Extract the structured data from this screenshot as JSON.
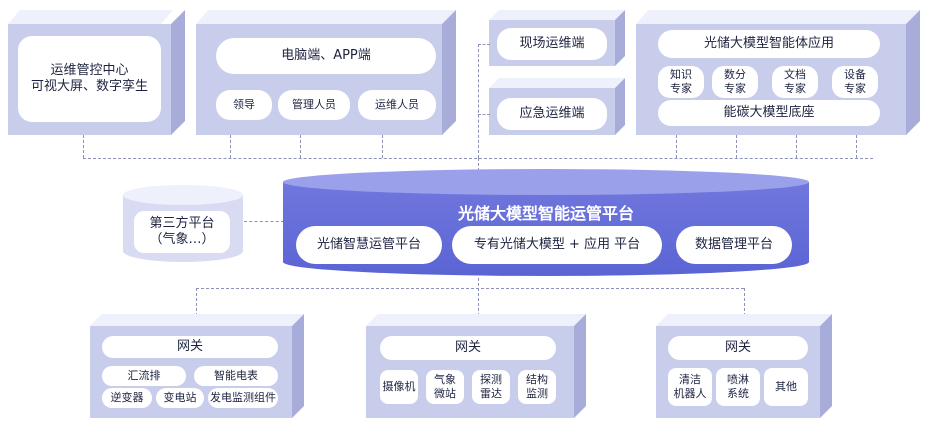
{
  "top_row": {
    "ops_center": {
      "line1": "运维管控中心",
      "line2": "可视大屏、数字孪生"
    },
    "clients": {
      "title": "电脑端、APP端",
      "roles": [
        "领导",
        "管理人员",
        "运维人员"
      ]
    },
    "field_ops": "现场运维端",
    "emergency_ops": "应急运维端",
    "agent_app": {
      "title": "光储大模型智能体应用",
      "experts": [
        {
          "l1": "知识",
          "l2": "专家"
        },
        {
          "l1": "数分",
          "l2": "专家"
        },
        {
          "l1": "文档",
          "l2": "专家"
        },
        {
          "l1": "设备",
          "l2": "专家"
        }
      ],
      "base": "能碳大模型底座"
    }
  },
  "platform": {
    "title": "光储大模型智能运管平台",
    "modules": [
      "光储智慧运管平台",
      "专有光储大模型 + 应用 平台",
      "数据管理平台"
    ]
  },
  "third_party": {
    "line1": "第三方平台",
    "line2": "（气象…）"
  },
  "gateways": [
    {
      "title": "网关",
      "items": [
        "汇流排",
        "智能电表",
        "逆变器",
        "变电站",
        "发电监测组件"
      ]
    },
    {
      "title": "网关",
      "items": [
        {
          "l1": "摄像机",
          "l2": ""
        },
        {
          "l1": "气象",
          "l2": "微站"
        },
        {
          "l1": "探测",
          "l2": "雷达"
        },
        {
          "l1": "结构",
          "l2": "监测"
        }
      ]
    },
    {
      "title": "网关",
      "items": [
        {
          "l1": "清洁",
          "l2": "机器人"
        },
        {
          "l1": "喷淋",
          "l2": "系统"
        },
        {
          "l1": "其他",
          "l2": ""
        }
      ]
    }
  ],
  "colors": {
    "front": "#c9cdec",
    "top": "#eef0fb",
    "side": "#a7acd9",
    "platform": "#5b64d4"
  }
}
